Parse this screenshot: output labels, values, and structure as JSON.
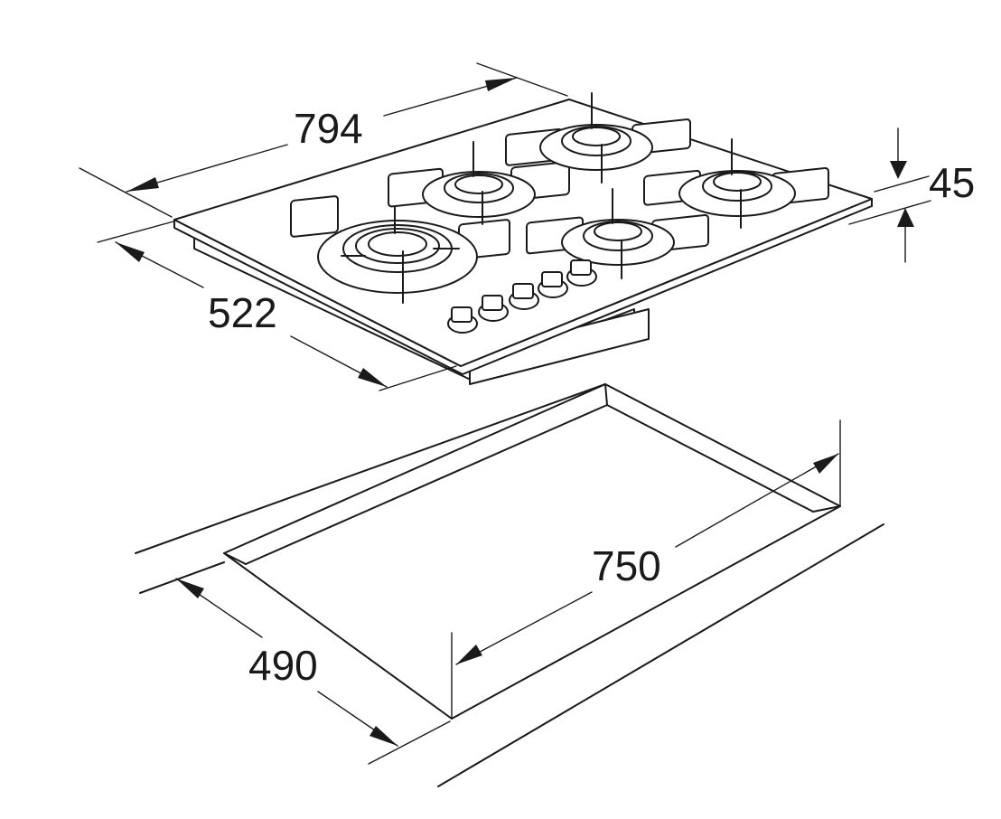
{
  "dimensions": {
    "hob_width": "794",
    "hob_depth": "522",
    "hob_height": "45",
    "cutout_width": "750",
    "cutout_depth": "490"
  },
  "colors": {
    "line": "#1a1a1a",
    "background": "#ffffff"
  }
}
